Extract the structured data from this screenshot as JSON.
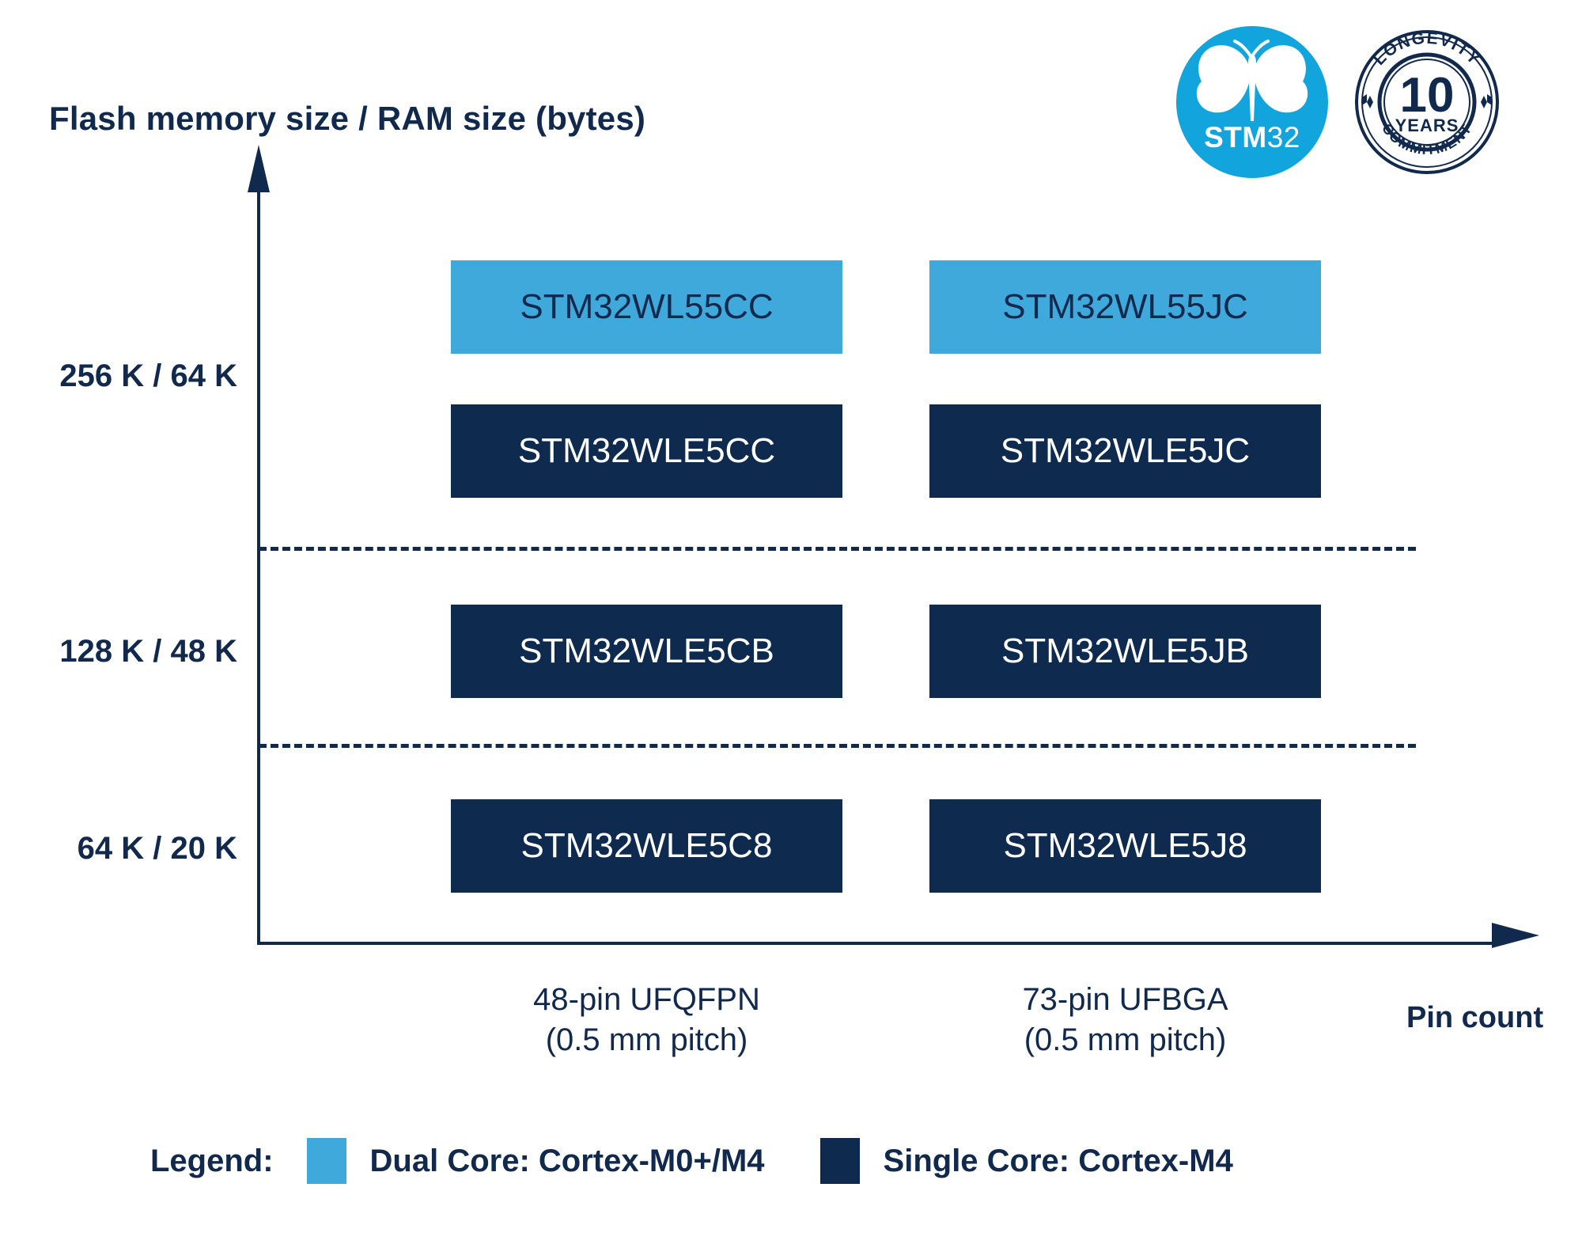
{
  "title": "Flash memory size / RAM size (bytes)",
  "logos": {
    "stm32": {
      "name": "stm32-logo",
      "word_bold": "STM",
      "word_light": "32",
      "color": "#12a4dc"
    },
    "longevity": {
      "name": "longevity-commitment-badge",
      "top_arc": "LONGEVITY",
      "number": "10",
      "years": "YEARS",
      "bottom_arc": "COMMITMENT",
      "color": "#12294e"
    }
  },
  "axes": {
    "y_title": "Flash memory size / RAM size (bytes)",
    "x_title": "Pin count",
    "y_ticks": [
      "256 K / 64 K",
      "128 K / 48 K",
      "64 K / 20 K"
    ],
    "x_categories": [
      {
        "line1": "48-pin UFQFPN",
        "line2": "(0.5 mm pitch)"
      },
      {
        "line1": "73-pin UFBGA",
        "line2": "(0.5 mm pitch)"
      }
    ]
  },
  "boxes": [
    {
      "label": "STM32WL55CC",
      "core": "dual",
      "row": 0,
      "col": 0
    },
    {
      "label": "STM32WL55JC",
      "core": "dual",
      "row": 0,
      "col": 1
    },
    {
      "label": "STM32WLE5CC",
      "core": "single",
      "row": 1,
      "col": 0
    },
    {
      "label": "STM32WLE5JC",
      "core": "single",
      "row": 1,
      "col": 1
    },
    {
      "label": "STM32WLE5CB",
      "core": "single",
      "row": 2,
      "col": 0
    },
    {
      "label": "STM32WLE5JB",
      "core": "single",
      "row": 2,
      "col": 1
    },
    {
      "label": "STM32WLE5C8",
      "core": "single",
      "row": 3,
      "col": 0
    },
    {
      "label": "STM32WLE5J8",
      "core": "single",
      "row": 3,
      "col": 1
    }
  ],
  "legend": {
    "title": "Legend:",
    "items": [
      {
        "label": "Dual Core: Cortex-M0+/M4",
        "color": "#3fa9dc"
      },
      {
        "label": "Single Core: Cortex-M4",
        "color": "#0e2a4e"
      }
    ]
  },
  "colors": {
    "navy": "#12294e",
    "box_navy": "#0e2a4e",
    "cyan": "#3fa9dc",
    "logo_cyan": "#12a4dc",
    "background": "#ffffff"
  },
  "chart_data": {
    "type": "table",
    "title": "Flash memory size / RAM size (bytes)",
    "xlabel": "Pin count",
    "ylabel": "Flash memory size / RAM size (bytes)",
    "categories": [
      "48-pin UFQFPN (0.5 mm pitch)",
      "73-pin UFBGA (0.5 mm pitch)"
    ],
    "rows": [
      "256 K / 64 K",
      "256 K / 64 K",
      "128 K / 48 K",
      "64 K / 20 K"
    ],
    "grid": "dashed-horizontal",
    "legend_position": "bottom-left",
    "series": [
      {
        "name": "Dual Core: Cortex-M0+/M4",
        "color": "#3fa9dc",
        "values": [
          {
            "memory": "256 K / 64 K",
            "package": "48-pin UFQFPN (0.5 mm pitch)",
            "part": "STM32WL55CC"
          },
          {
            "memory": "256 K / 64 K",
            "package": "73-pin UFBGA (0.5 mm pitch)",
            "part": "STM32WL55JC"
          }
        ]
      },
      {
        "name": "Single Core: Cortex-M4",
        "color": "#0e2a4e",
        "values": [
          {
            "memory": "256 K / 64 K",
            "package": "48-pin UFQFPN (0.5 mm pitch)",
            "part": "STM32WLE5CC"
          },
          {
            "memory": "256 K / 64 K",
            "package": "73-pin UFBGA (0.5 mm pitch)",
            "part": "STM32WLE5JC"
          },
          {
            "memory": "128 K / 48 K",
            "package": "48-pin UFQFPN (0.5 mm pitch)",
            "part": "STM32WLE5CB"
          },
          {
            "memory": "128 K / 48 K",
            "package": "73-pin UFBGA (0.5 mm pitch)",
            "part": "STM32WLE5JB"
          },
          {
            "memory": "64 K / 20 K",
            "package": "48-pin UFQFPN (0.5 mm pitch)",
            "part": "STM32WLE5C8"
          },
          {
            "memory": "64 K / 20 K",
            "package": "73-pin UFBGA (0.5 mm pitch)",
            "part": "STM32WLE5J8"
          }
        ]
      }
    ]
  }
}
